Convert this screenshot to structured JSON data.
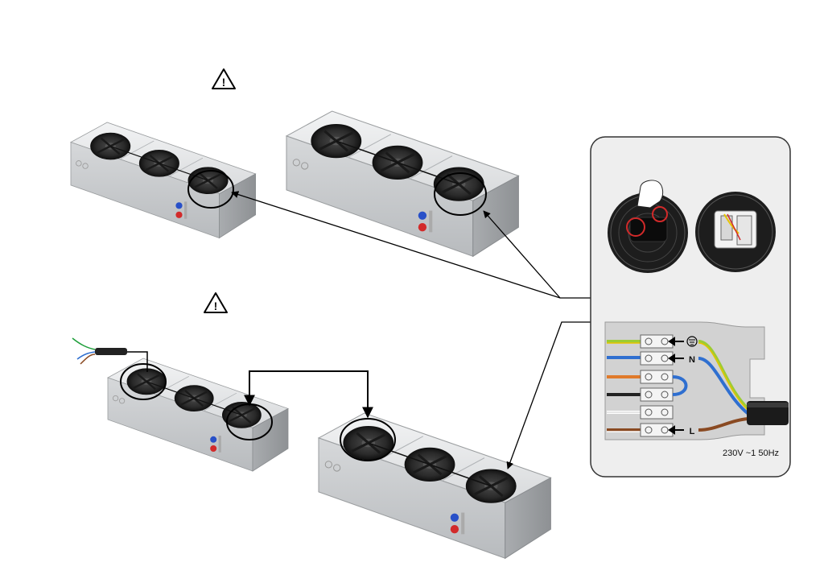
{
  "diagram": {
    "warning_glyph": "!",
    "icons": [
      "warning-icon",
      "ground-symbol-icon",
      "fan-icon",
      "hand-icon"
    ],
    "terminal_labels": {
      "neutral": "N",
      "live": "L"
    },
    "supply_spec": "230V ~1 50Hz",
    "colors": {
      "unit_body": "#d9dbdd",
      "fan": "#2a2a2a",
      "panel_bg": "#eeeeee",
      "wire_blue": "#2f6fd0",
      "wire_brown": "#8a4a22",
      "wire_green_yellow": "#9ccc33",
      "wire_orange": "#e07a2a",
      "wire_black": "#222222",
      "plug_red": "#d22a2a",
      "plug_blue": "#2850c8"
    }
  }
}
